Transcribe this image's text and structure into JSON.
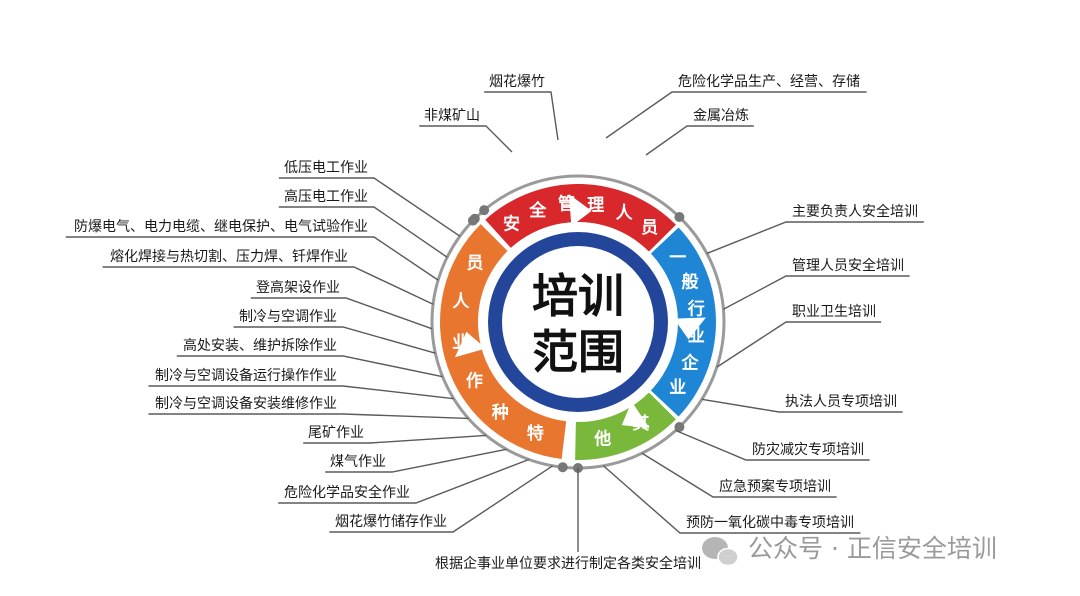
{
  "center": {
    "lines": [
      "培训",
      "范围"
    ]
  },
  "segments": [
    {
      "id": "mgmt",
      "text": "安全管理人员",
      "color": "#d8282b"
    },
    {
      "id": "general",
      "text": "一般行业企业",
      "color": "#1f86d6"
    },
    {
      "id": "other",
      "text": "其他",
      "color": "#7ab83c"
    },
    {
      "id": "special",
      "text": "特种作业人员",
      "color": "#e9762f"
    }
  ],
  "labels": {
    "top_left": [
      "烟花爆竹",
      "非煤矿山"
    ],
    "top_right": [
      "危险化学品生产、经营、存储",
      "金属冶炼"
    ],
    "general": [
      "主要负责人安全培训",
      "管理人员安全培训",
      "职业卫生培训"
    ],
    "other": [
      "执法人员专项培训",
      "防灾减灾专项培训",
      "应急预案专项培训",
      "预防一氧化碳中毒专项培训"
    ],
    "special": [
      "低压电工作业",
      "高压电工作业",
      "防爆电气、电力电缆、继电保护、电气试验作业",
      "熔化焊接与热切割、压力焊、钎焊作业",
      "登高架设作业",
      "制冷与空调作业",
      "高处安装、维护拆除作业",
      "制冷与空调设备运行操作作业",
      "制冷与空调设备安装维修作业",
      "尾矿作业",
      "煤气作业",
      "危险化学品安全作业",
      "烟花爆竹储存作业"
    ],
    "bottom": "根据企事业单位要求进行制定各类安全培训"
  },
  "watermark": {
    "icon": "wechat-icon",
    "text": "公众号 · 正信安全培训"
  },
  "colors": {
    "ring": "#23469a",
    "outer_ring": "#9a9a9a",
    "line": "#5a5a5a"
  }
}
